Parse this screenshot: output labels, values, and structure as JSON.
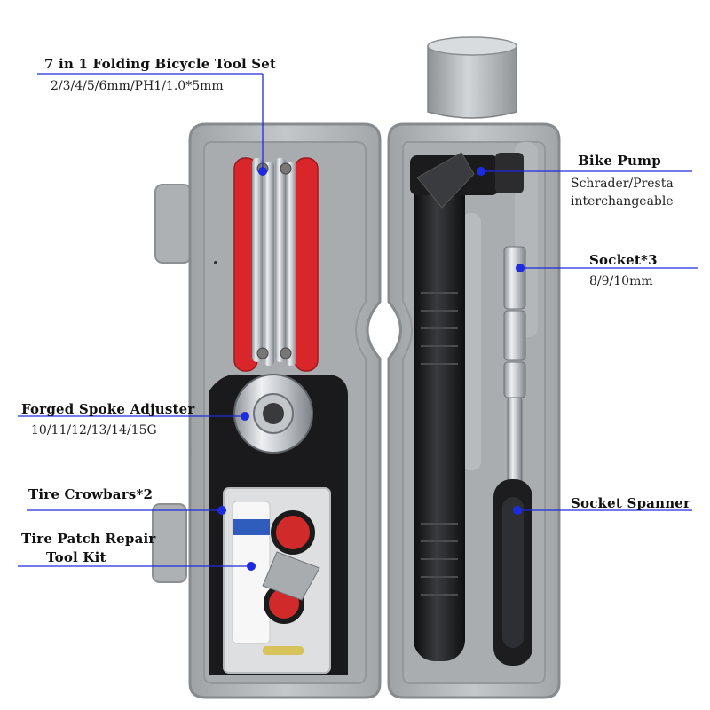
{
  "callouts": {
    "folding_tool": {
      "title": "7 in 1 Folding Bicycle Tool Set",
      "detail": "2/3/4/5/6mm/PH1/1.0*5mm"
    },
    "pump": {
      "title": "Bike Pump",
      "detail_1": "Schrader/Presta",
      "detail_2": "interchangeable"
    },
    "socket": {
      "title": "Socket*3",
      "detail": "8/9/10mm"
    },
    "spoke_adjuster": {
      "title": "Forged Spoke Adjuster",
      "detail": "10/11/12/13/14/15G"
    },
    "crowbars": {
      "title": "Tire Crowbars*2"
    },
    "patch_kit": {
      "title_1": "Tire Patch Repair",
      "title_2": "Tool Kit"
    },
    "spanner": {
      "title": "Socket Spanner"
    }
  },
  "colors": {
    "case_grey": "#b9bcbe",
    "case_dark": "#8e9194",
    "tool_red": "#d8262a",
    "pump_black": "#1c1c1e",
    "callout_blue": "#1d2be0",
    "chrome": "#c9ccd0"
  }
}
